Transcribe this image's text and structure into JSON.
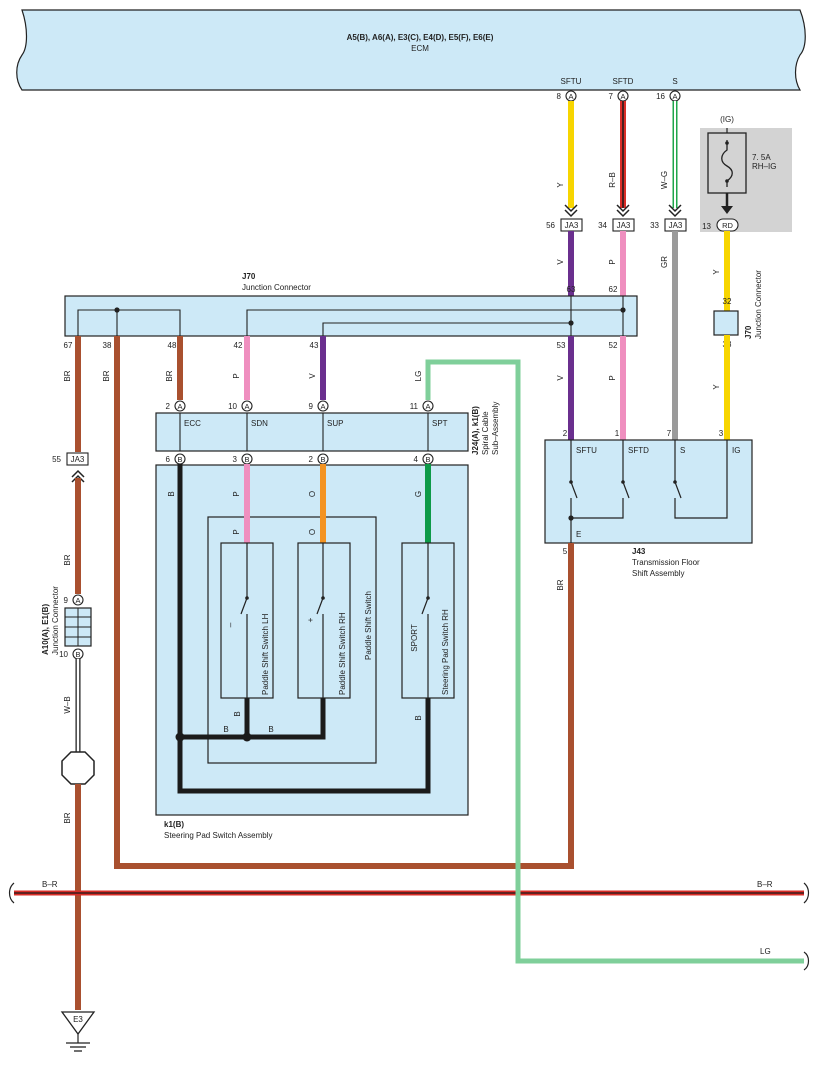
{
  "ecm": {
    "title": "A5(B), A6(A), E3(C), E4(D), E5(F), E6(E)",
    "name": "ECM",
    "terminals": [
      {
        "label": "SFTU",
        "pin": "8",
        "conn": "A"
      },
      {
        "label": "SFTD",
        "pin": "7",
        "conn": "A"
      },
      {
        "label": "S",
        "pin": "16",
        "conn": "A"
      }
    ]
  },
  "fuse": {
    "source": "(IG)",
    "rating": "7. 5A",
    "name": "RH–IG",
    "pin": "13",
    "conn": "RD"
  },
  "ja3": {
    "label": "JA3",
    "pins": [
      "56",
      "34",
      "33",
      "55"
    ]
  },
  "j70": {
    "name": "J70",
    "desc": "Junction Connector",
    "pins": {
      "p63": "63",
      "p62": "62",
      "p67": "67",
      "p38": "38",
      "p48": "48",
      "p42": "42",
      "p43": "43",
      "p53": "53",
      "p52": "52",
      "p32": "32",
      "p33": "33"
    }
  },
  "spiral": {
    "name": "J24(A), k1(B)",
    "desc1": "Spiral Cable",
    "desc2": "Sub–Assembly",
    "top": [
      {
        "pin": "2",
        "conn": "A",
        "term": "ECC"
      },
      {
        "pin": "10",
        "conn": "A",
        "term": "SDN"
      },
      {
        "pin": "9",
        "conn": "A",
        "term": "SUP"
      },
      {
        "pin": "11",
        "conn": "A",
        "term": "SPT"
      }
    ],
    "bottom": [
      {
        "pin": "6",
        "conn": "B"
      },
      {
        "pin": "3",
        "conn": "B"
      },
      {
        "pin": "2",
        "conn": "B"
      },
      {
        "pin": "4",
        "conn": "B"
      }
    ]
  },
  "steering": {
    "name": "k1(B)",
    "desc": "Steering Pad Switch Assembly",
    "paddle_group": "Paddle Shift Switch",
    "sw_lh": {
      "name": "Paddle Shift Switch LH",
      "sym": "–"
    },
    "sw_rh": {
      "name": "Paddle Shift Switch RH",
      "sym": "+"
    },
    "sw_sport": {
      "name": "Steering Pad Switch RH",
      "sym": "SPORT"
    }
  },
  "j43": {
    "name": "J43",
    "desc1": "Transmission Floor",
    "desc2": "Shift Assembly",
    "terms": [
      "SFTU",
      "SFTD",
      "S",
      "IG"
    ],
    "pins": [
      "2",
      "1",
      "7",
      "3"
    ],
    "ground_term": "E",
    "ground_pin": "5"
  },
  "junction": {
    "name": "A10(A), E1(B)",
    "desc": "Junction Connector",
    "pinA": "9",
    "connA": "A",
    "pinB": "10",
    "connB": "B"
  },
  "wires": {
    "Y": "Y",
    "RB": "R–B",
    "WG": "W–G",
    "V": "V",
    "P": "P",
    "GR": "GR",
    "BR": "BR",
    "LG": "LG",
    "O": "O",
    "G": "G",
    "B": "B",
    "WB": "W–B"
  },
  "bus": {
    "left": "B–R",
    "right": "B–R",
    "lg_end": "LG"
  },
  "ground": {
    "label": "E3"
  },
  "colors": {
    "yellow": "#f7d500",
    "red": "#d92d27",
    "green": "#1fa64a",
    "violet": "#6a2f8e",
    "pink": "#ef8fbf",
    "gray": "#9a9a9a",
    "brown": "#a9502f",
    "lightgreen": "#7fcf9a",
    "orange": "#f39322",
    "darkgreen": "#0d9a48",
    "black": "#1b1b1b",
    "box": "#cde9f7",
    "fuse_bg": "#d3d3d3"
  }
}
